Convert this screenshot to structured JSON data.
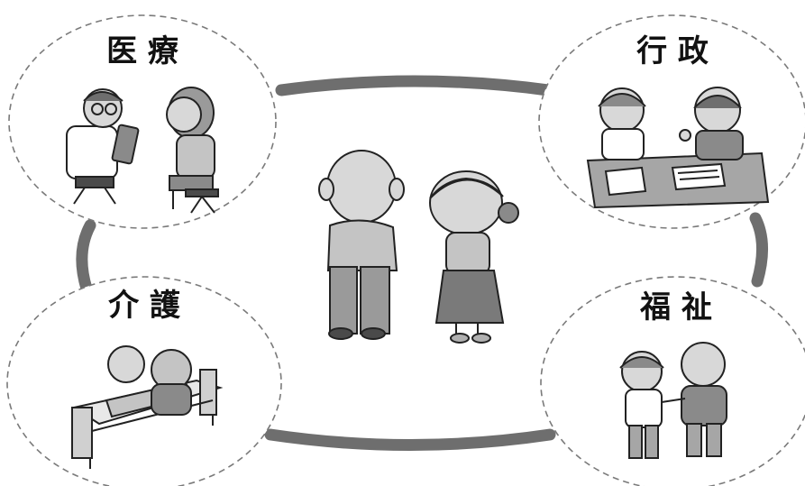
{
  "diagram": {
    "nodes": [
      {
        "id": "medical",
        "label": "医 療",
        "illustration": "doctor-and-patient"
      },
      {
        "id": "administration",
        "label": "行 政",
        "illustration": "two-people-at-desk-with-documents"
      },
      {
        "id": "care",
        "label": "介 護",
        "illustration": "caregiver-and-person-in-bed"
      },
      {
        "id": "welfare",
        "label": "福 祉",
        "illustration": "helper-walking-with-elderly-man"
      }
    ],
    "center": {
      "illustration": "elderly-couple"
    },
    "colors": {
      "ring": "#6e6e6e",
      "dashed_border": "#7a7a7a",
      "text": "#111111",
      "skin": "#d8d8d8",
      "clothes_dark": "#8a8a8a",
      "clothes_light": "#c4c4c4"
    }
  }
}
